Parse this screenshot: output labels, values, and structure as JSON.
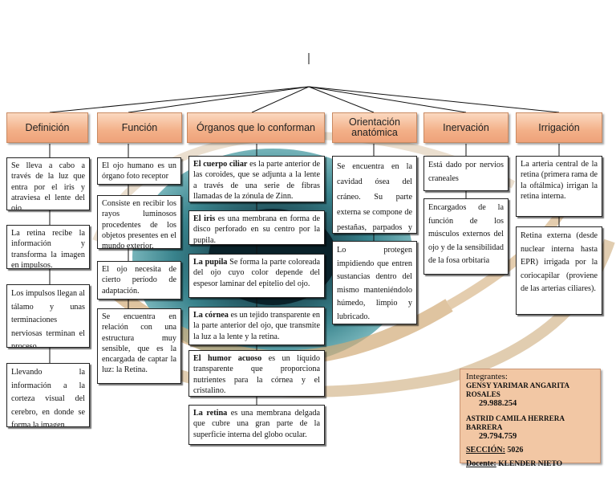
{
  "headers": [
    {
      "key": "definicion",
      "label": "Definición"
    },
    {
      "key": "funcion",
      "label": "Función"
    },
    {
      "key": "organos",
      "label": "Órganos que lo conforman"
    },
    {
      "key": "orientacion",
      "label": "Orientación anatómica"
    },
    {
      "key": "inervacion",
      "label": "Inervación"
    },
    {
      "key": "irrigacion",
      "label": "Irrigación"
    }
  ],
  "definicion": {
    "box1": "Se lleva a cabo a través de la luz que entra por el iris y atraviesa el lente del ojo.",
    "box2": "La retina recibe la información y transforma la imagen en impulsos.",
    "box3": "Los impulsos llegan al tálamo y unas terminaciones nerviosas terminan el proceso.",
    "box4": "Llevando la información a la corteza visual del cerebro, en donde se forma la imagen."
  },
  "funcion": {
    "box1": "El ojo humano es un órgano foto receptor",
    "box2": "Consiste en recibir los rayos luminosos procedentes de los objetos presentes en el mundo exterior.",
    "box3": "El ojo necesita de cierto período de adaptación.",
    "box4": "Se encuentra en relación con una estructura muy sensible, que es la encargada de captar la luz: la Retina."
  },
  "organos": [
    {
      "term": "El cuerpo ciliar",
      "text": " es la parte anterior de las coroides, que se adjunta a la lente a través de una serie de fibras llamadas de la zónula de Zinn."
    },
    {
      "term": "El iris",
      "text": " es una membrana en forma de disco perforado en su centro por la pupila."
    },
    {
      "term": "La pupila",
      "text": " Se forma la parte coloreada del ojo cuyo color depende del espesor laminar del epitelio del ojo."
    },
    {
      "term": "La córnea",
      "text": " es un tejido transparente en la parte anterior del ojo, que transmite la luz a la lente y la retina."
    },
    {
      "term": "El humor acuoso",
      "text": " es un líquido transparente que proporciona nutrientes para la córnea y el cristalino."
    },
    {
      "term": "La retina",
      "text": " es una membrana delgada que cubre una gran parte de la superficie interna del globo ocular."
    }
  ],
  "orientacion": {
    "box1": "Se encuentra en la cavidad ósea del cráneo. Su parte externa se compone de pestañas, parpados y cejas.",
    "box2": "Lo protegen impidiendo que entren sustancias dentro del mismo manteniéndolo húmedo, limpio y lubricado."
  },
  "inervacion": {
    "box1": "Está dado por nervios craneales",
    "box2": "Encargados de la función de los músculos externos del ojo y de la sensibilidad de la fosa orbitaria"
  },
  "irrigacion": {
    "box1": "La arteria central de la retina (primera rama de la oftálmica) irrigan la retina interna.",
    "box2": "Retina externa (desde nuclear interna hasta EPR) irrigada por la coriocapilar (proviene de las arterias ciliares)."
  },
  "credits": {
    "integrantes_label": "Integrantes:",
    "member1_name": "GENSY YARIMAR ANGARITA ROSALES",
    "member1_id": "29.988.254",
    "member2_name": "ASTRID CAMILA HERRERA BARRERA",
    "member2_id": "29.794.759",
    "seccion_label": "SECCIÓN:",
    "seccion_value": "5026",
    "docente_label": "Docente:",
    "docente_value": "KLENDER NIETO"
  },
  "colors": {
    "header_fill": "#f3b088",
    "credits_fill": "#f2c7a4",
    "eye_ring": "#d6b78a",
    "iris_teal": "#2a6f7a"
  }
}
